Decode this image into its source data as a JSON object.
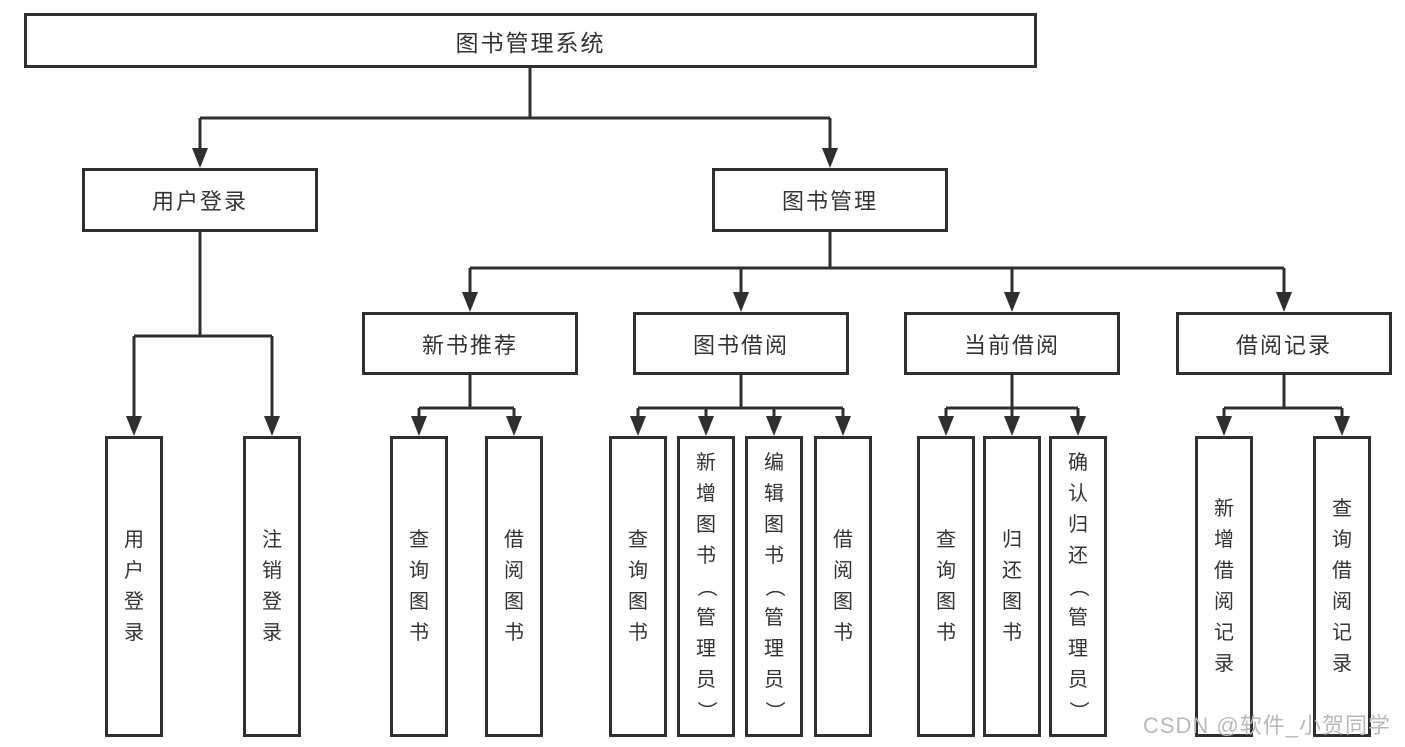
{
  "tree": {
    "root": {
      "label": "图书管理系统"
    },
    "branches": [
      {
        "label": "用户登录",
        "children": [
          {
            "label": "用户登录"
          },
          {
            "label": "注销登录"
          }
        ]
      },
      {
        "label": "图书管理",
        "sections": [
          {
            "label": "新书推荐",
            "children": [
              {
                "label": "查询图书"
              },
              {
                "label": "借阅图书"
              }
            ]
          },
          {
            "label": "图书借阅",
            "children": [
              {
                "label": "查询图书"
              },
              {
                "label": "新增图书（管理员）"
              },
              {
                "label": "编辑图书（管理员）"
              },
              {
                "label": "借阅图书"
              }
            ]
          },
          {
            "label": "当前借阅",
            "children": [
              {
                "label": "查询图书"
              },
              {
                "label": "归还图书"
              },
              {
                "label": "确认归还（管理员）"
              }
            ]
          },
          {
            "label": "借阅记录",
            "children": [
              {
                "label": "新增借阅记录"
              },
              {
                "label": "查询借阅记录"
              }
            ]
          }
        ]
      }
    ]
  },
  "watermark": {
    "text": "CSDN @软件_小贺同学"
  },
  "colors": {
    "line": "#2f2f2f",
    "text": "#333333",
    "background": "#ffffff",
    "watermark": "#b9b9b9"
  }
}
